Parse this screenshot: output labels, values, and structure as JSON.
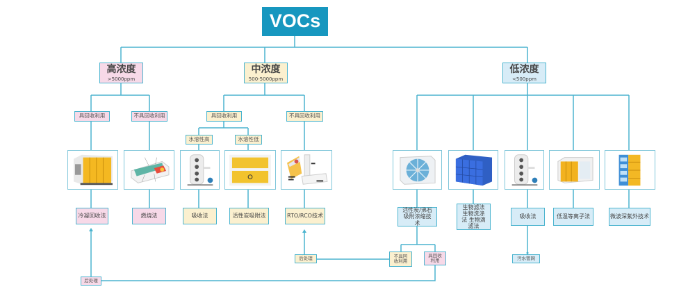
{
  "root": {
    "label": "VOCs"
  },
  "levels": {
    "high": {
      "title": "高浓度",
      "range": ">5000ppm",
      "color": "#f7d9e8"
    },
    "mid": {
      "title": "中浓度",
      "range": "500-5000ppm",
      "color": "#fbf0cf"
    },
    "low": {
      "title": "低浓度",
      "range": "<500ppm",
      "color": "#d7ecf7"
    }
  },
  "high": {
    "branches": [
      "具回收利用",
      "不具回收利用"
    ],
    "methods": [
      "冷凝回收法",
      "燃烧法"
    ],
    "equipment_icons": [
      "condenser-unit-icon",
      "combustion-chamber-icon"
    ]
  },
  "mid": {
    "branches": [
      "具回收利用",
      "不具回收利用"
    ],
    "sub_branches": [
      "水溶性高",
      "水溶性低"
    ],
    "methods": [
      "吸收法",
      "活性炭吸附法",
      "RTO/RCO技术"
    ],
    "equipment_icons": [
      "absorption-tower-icon",
      "activated-carbon-box-icon",
      "rto-furnace-icon"
    ]
  },
  "low": {
    "methods": [
      "活性炭/沸石 吸附浓缩技术",
      "生物滤法 生物洗涤法 生物滴滤法",
      "吸收法",
      "低温等离子法",
      "微波深紫外技术"
    ],
    "equipment_icons": [
      "zeolite-rotor-icon",
      "bio-filter-tank-icon",
      "absorption-tower-icon",
      "plasma-unit-icon",
      "uv-unit-icon"
    ],
    "post": {
      "sub_branches": [
        "不具回收利用",
        "具回收利用"
      ],
      "sewer": "污水管网"
    }
  },
  "post_treatment": [
    "后处理",
    "后处理"
  ],
  "colors": {
    "line": "#4bb4cf",
    "root": "#1797bf"
  }
}
